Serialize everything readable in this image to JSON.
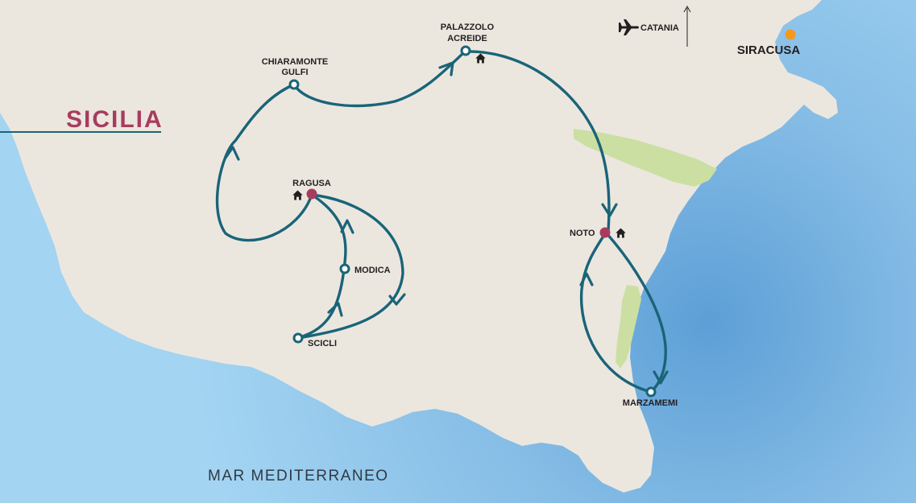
{
  "title": "SICILIA",
  "sea_label": "MAR MEDITERRANEO",
  "colors": {
    "sea_light": "#a3d4f2",
    "sea_deep": "#5d9fd6",
    "land": "#ebe7df",
    "route": "#1a6478",
    "overnight_stop": "#a83c5e",
    "airport_city": "#f39a1e",
    "reserve": "#cbdfa2",
    "title": "#a83c5e"
  },
  "places": {
    "chiaramonte_line1": "CHIARAMONTE",
    "chiaramonte_line2": "GULFI",
    "palazzolo_line1": "PALAZZOLO",
    "palazzolo_line2": "ACREIDE",
    "ragusa": "RAGUSA",
    "modica": "MODICA",
    "scicli": "SCICLI",
    "noto": "NOTO",
    "marzamemi": "MARZAMEMI",
    "siracusa": "SIRACUSA",
    "catania": "CATANIA"
  },
  "icons": [
    "house-icon",
    "plane-icon",
    "north-arrow-icon"
  ]
}
